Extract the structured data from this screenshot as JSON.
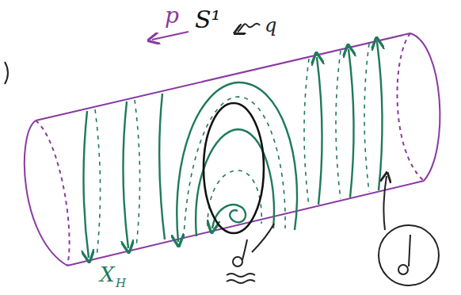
{
  "diagram": {
    "labels": [
      "p",
      "S¹",
      "q",
      "X",
      "H"
    ]
  }
}
